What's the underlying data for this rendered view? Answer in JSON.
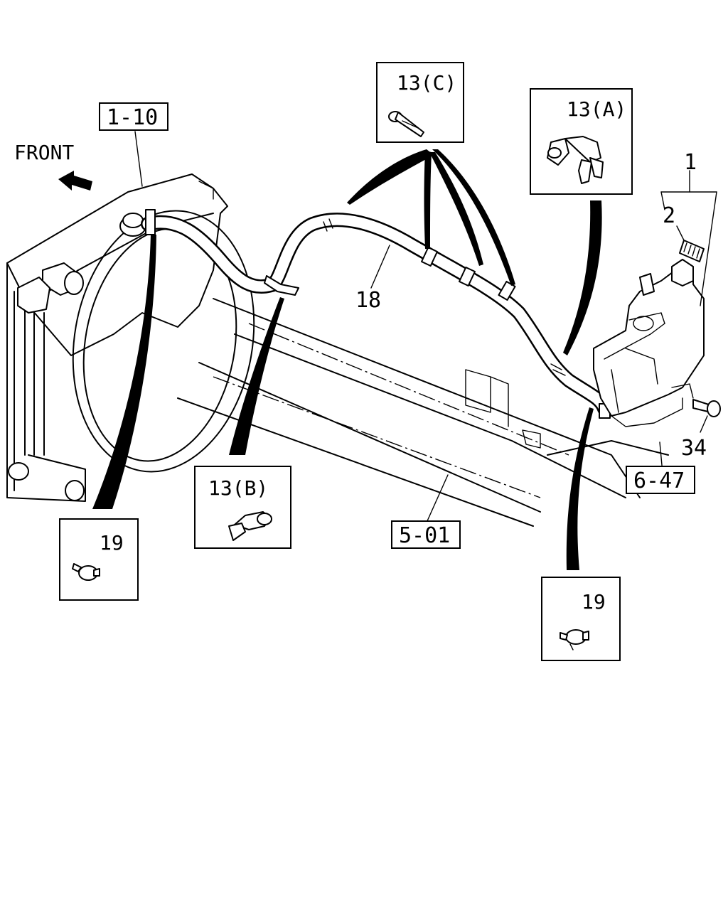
{
  "direction_label": "FRONT",
  "reference_labels": {
    "radiator": "1-10",
    "frame": "5-01",
    "bracket": "6-47"
  },
  "callouts": {
    "tank": "1",
    "cap": "2",
    "hose": "18",
    "bolt": "34",
    "clip_a": "13(A)",
    "clip_b": "13(B)",
    "clip_c": "13(C)",
    "clamp_left": "19",
    "clamp_right": "19"
  }
}
